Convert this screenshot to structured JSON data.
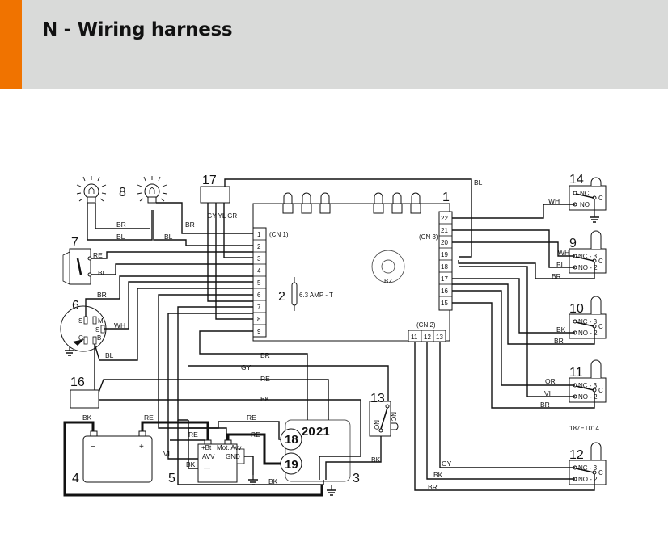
{
  "header": {
    "title": "N - Wiring harness",
    "accent_color": "#f07300",
    "background_color": "#d9dad9"
  },
  "diagram": {
    "reference_code": "187ET014",
    "components": {
      "c1": "1",
      "c2": "2",
      "c3": "3",
      "c4": "4",
      "c5": "5",
      "c6": "6",
      "c7": "7",
      "c8": "8",
      "c9": "9",
      "c10": "10",
      "c11": "11",
      "c12": "12",
      "c13": "13",
      "c14": "14",
      "c16": "16",
      "c17": "17"
    },
    "connectors": {
      "cn1": "(CN 1)",
      "cn2": "(CN 2)",
      "cn3": "(CN 3)",
      "cn1_pins": [
        "1",
        "2",
        "3",
        "4",
        "5",
        "6",
        "7",
        "8",
        "9"
      ],
      "cn2_pins": [
        "11",
        "12",
        "13"
      ],
      "cn3_pins": [
        "22",
        "21",
        "20",
        "19",
        "18",
        "17",
        "16",
        "15"
      ]
    },
    "fuse_label": "6.3 AMP - T",
    "buzzer_label": "BZ",
    "wire_colors": {
      "br": "BR",
      "bl": "BL",
      "re": "RE",
      "wh": "WH",
      "bk": "BK",
      "gy": "GY",
      "vi": "VI",
      "or": "OR",
      "gyylgr": "GY YL GR"
    },
    "key_switch_pins": {
      "s1": "S",
      "m": "M",
      "s2": "S",
      "g": "G",
      "b": "B"
    },
    "battery": {
      "minus": "−",
      "plus": "+"
    },
    "relay_module": {
      "bt": "+Bt",
      "mot": "Mot. Avv",
      "avv": "AVV",
      "gnd": "GND",
      "minus": "—"
    },
    "starter_terminals": {
      "t18": "18",
      "t19": "19",
      "t20": "20",
      "t21": "21"
    },
    "microswitch_labels": {
      "nc": "NC",
      "no": "NO",
      "c": "C",
      "nc3": "NC - 3",
      "no2": "NO - 2"
    }
  }
}
